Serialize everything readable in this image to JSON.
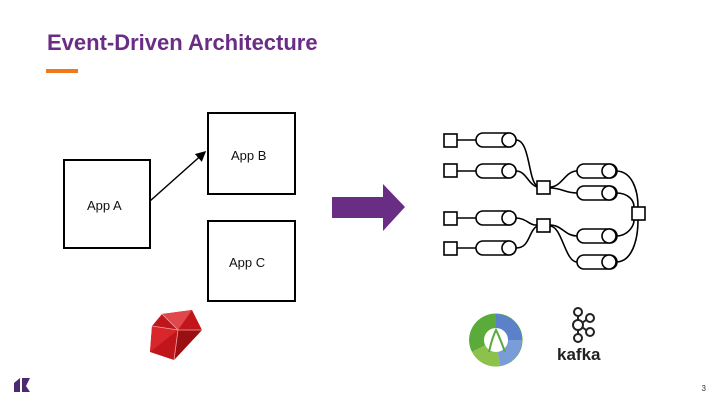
{
  "slide": {
    "title": "Event-Driven Architecture",
    "page_number": "3"
  },
  "diagram": {
    "apps": [
      {
        "id": "app-a",
        "label": "App A"
      },
      {
        "id": "app-b",
        "label": "App B"
      },
      {
        "id": "app-c",
        "label": "App C"
      }
    ]
  },
  "logos": {
    "kafka_wordmark": "kafka"
  },
  "colors": {
    "title": "#6a2d86",
    "accent_bar": "#f07a1b",
    "arrow": "#6a2d86",
    "ruby": "#c0161b",
    "clojure_green": "#5aab3a",
    "clojure_blue": "#5b81c9",
    "brand_mark": "#4b2a73"
  },
  "icons": [
    "ruby-logo-icon",
    "clojure-logo-icon",
    "kafka-logo-icon",
    "brand-mark-icon",
    "transform-arrow-icon"
  ]
}
